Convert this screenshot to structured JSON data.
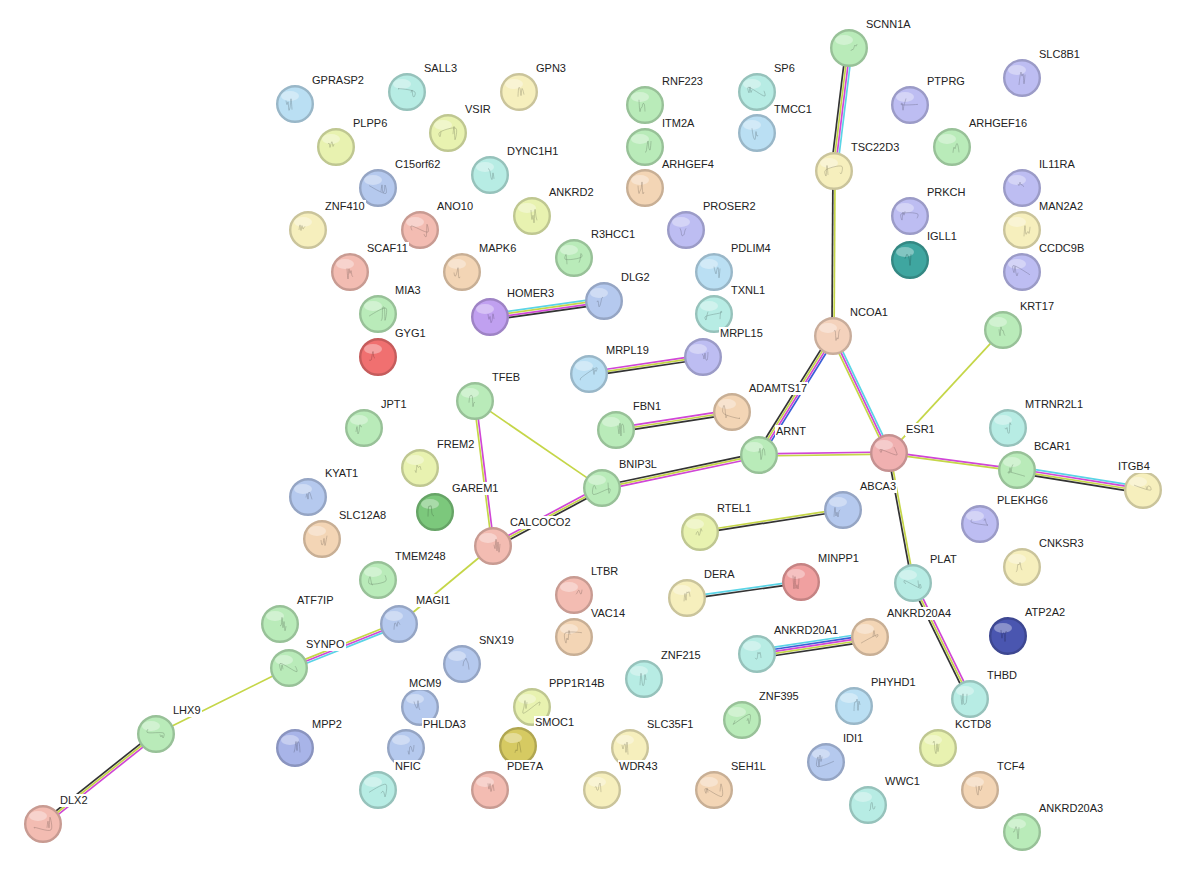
{
  "diagram": {
    "nodes": [
      {
        "text": [
          "GPRASP2"
        ]
      },
      {
        "text": [
          "SALL3"
        ]
      },
      {
        "text": [
          "GPN3"
        ]
      },
      {
        "text": [
          "RNF223"
        ]
      },
      {
        "text": [
          "SP6"
        ]
      },
      {
        "text": [
          "SCNN1A"
        ]
      },
      {
        "text": [
          "SLC8B1"
        ]
      },
      {
        "text": [
          "PLPP6"
        ]
      },
      {
        "text": [
          "VSIR"
        ]
      },
      {
        "text": [
          "ITM2A"
        ]
      },
      {
        "text": [
          "TMCC1"
        ]
      },
      {
        "text": [
          "PTPRG"
        ]
      },
      {
        "text": [
          "C15orf62"
        ]
      },
      {
        "text": [
          "DYNC1H1"
        ]
      },
      {
        "text": [
          "ARHGEF4"
        ]
      },
      {
        "text": [
          "TSC22D3"
        ]
      },
      {
        "text": [
          "ARHGEF16"
        ]
      },
      {
        "text": [
          "IL11RA"
        ]
      },
      {
        "text": [
          "ZNF410"
        ]
      },
      {
        "text": [
          "ANO10"
        ]
      },
      {
        "text": [
          "ANKRD2"
        ]
      },
      {
        "text": [
          "PROSER2"
        ]
      },
      {
        "text": [
          "PRKCH"
        ]
      },
      {
        "text": [
          "MAN2A2"
        ]
      },
      {
        "text": [
          "SCAF11"
        ]
      },
      {
        "text": [
          "MAPK6"
        ]
      },
      {
        "text": [
          "R3HCC1"
        ]
      },
      {
        "text": [
          "PDLIM4"
        ]
      },
      {
        "text": [
          "IGLL1"
        ]
      },
      {
        "text": [
          "CCDC9B"
        ]
      },
      {
        "text": [
          "MIA3"
        ]
      },
      {
        "text": [
          "HOMER3"
        ]
      },
      {
        "text": [
          "DLG2"
        ]
      },
      {
        "text": [
          "TXNL1"
        ]
      },
      {
        "text": [
          "NCOA1"
        ]
      },
      {
        "text": [
          "KRT17"
        ]
      },
      {
        "text": [
          "GYG1"
        ]
      },
      {
        "text": [
          "MRPL19"
        ]
      },
      {
        "text": [
          "MRPL15"
        ]
      },
      {
        "text": [
          "TFEB"
        ]
      },
      {
        "text": [
          "ADAMTS17"
        ]
      },
      {
        "text": [
          "FBN1"
        ]
      },
      {
        "text": [
          "MTRNR2L1"
        ]
      },
      {
        "text": [
          "JPT1"
        ]
      },
      {
        "text": [
          "ESR1"
        ]
      },
      {
        "text": [
          "ARNT"
        ]
      },
      {
        "text": [
          "FREM2"
        ]
      },
      {
        "text": [
          "BCAR1"
        ]
      },
      {
        "text": [
          "ITGB4"
        ]
      },
      {
        "text": [
          "KYAT1"
        ]
      },
      {
        "text": [
          "GAREM1"
        ]
      },
      {
        "text": [
          "BNIP3L"
        ]
      },
      {
        "text": [
          "CALCOCO2"
        ]
      },
      {
        "text": [
          "RTEL1"
        ]
      },
      {
        "text": [
          "ABCA3"
        ]
      },
      {
        "text": [
          "PLEKHG6"
        ]
      },
      {
        "text": [
          "SLC12A8"
        ]
      },
      {
        "text": [
          "CNKSR3"
        ]
      },
      {
        "text": [
          "TMEM248"
        ]
      },
      {
        "text": [
          "LTBR"
        ]
      },
      {
        "text": [
          "DERA"
        ]
      },
      {
        "text": [
          "MINPP1"
        ]
      },
      {
        "text": [
          "PLAT"
        ]
      },
      {
        "text": [
          "ATF7IP"
        ]
      },
      {
        "text": [
          "MAGI1"
        ]
      },
      {
        "text": [
          "VAC14"
        ]
      },
      {
        "text": [
          "ANKRD20A4"
        ]
      },
      {
        "text": [
          "ANKRD20A1"
        ]
      },
      {
        "text": [
          "ATP2A2"
        ]
      },
      {
        "text": [
          "SYNPO"
        ]
      },
      {
        "text": [
          "SNX19"
        ]
      },
      {
        "text": [
          "ZNF215"
        ]
      },
      {
        "text": [
          "THBD"
        ]
      },
      {
        "text": [
          "LHX9"
        ]
      },
      {
        "text": [
          "MPP2"
        ]
      },
      {
        "text": [
          "MCM9"
        ]
      },
      {
        "text": [
          "PPP1R14B"
        ]
      },
      {
        "text": [
          "PHLDA3"
        ]
      },
      {
        "text": [
          "SMOC1"
        ]
      },
      {
        "text": [
          "SLC35F1"
        ]
      },
      {
        "text": [
          "ZNF395"
        ]
      },
      {
        "text": [
          "PHYHD1"
        ]
      },
      {
        "text": [
          "KCTD8"
        ]
      },
      {
        "text": [
          "IDI1"
        ]
      },
      {
        "text": [
          "NFIC"
        ]
      },
      {
        "text": [
          "PDE7A"
        ]
      },
      {
        "text": [
          "WDR43"
        ]
      },
      {
        "text": [
          "SEH1L"
        ]
      },
      {
        "text": [
          "WWC1"
        ]
      },
      {
        "text": [
          "TCF4"
        ]
      },
      {
        "text": [
          "ANKRD20A3"
        ]
      },
      {
        "text": [
          "DLX2"
        ]
      }
    ],
    "edges": [
      {
        "from": 31,
        "to": 32,
        "arrow": "none"
      },
      {
        "from": 37,
        "to": 38,
        "arrow": "none"
      },
      {
        "from": 41,
        "to": 40,
        "arrow": "none"
      },
      {
        "from": 5,
        "to": 15,
        "arrow": "none"
      },
      {
        "from": 15,
        "to": 34,
        "arrow": "none"
      },
      {
        "from": 34,
        "to": 45,
        "arrow": "none"
      },
      {
        "from": 34,
        "to": 44,
        "arrow": "none"
      },
      {
        "from": 44,
        "to": 35,
        "arrow": "none"
      },
      {
        "from": 45,
        "to": 44,
        "arrow": "none"
      },
      {
        "from": 44,
        "to": 47,
        "arrow": "none"
      },
      {
        "from": 47,
        "to": 48,
        "arrow": "none"
      },
      {
        "from": 44,
        "to": 62,
        "arrow": "none"
      },
      {
        "from": 62,
        "to": 72,
        "arrow": "none"
      },
      {
        "from": 45,
        "to": 51,
        "arrow": "none"
      },
      {
        "from": 39,
        "to": 51,
        "arrow": "none"
      },
      {
        "from": 39,
        "to": 52,
        "arrow": "none"
      },
      {
        "from": 52,
        "to": 51,
        "arrow": "none"
      },
      {
        "from": 52,
        "to": 64,
        "arrow": "none"
      },
      {
        "from": 64,
        "to": 69,
        "arrow": "none"
      },
      {
        "from": 69,
        "to": 73,
        "arrow": "none"
      },
      {
        "from": 73,
        "to": 91,
        "arrow": "none"
      },
      {
        "from": 53,
        "to": 54,
        "arrow": "none"
      },
      {
        "from": 60,
        "to": 61,
        "arrow": "none"
      },
      {
        "from": 67,
        "to": 66,
        "arrow": "none"
      }
    ]
  }
}
